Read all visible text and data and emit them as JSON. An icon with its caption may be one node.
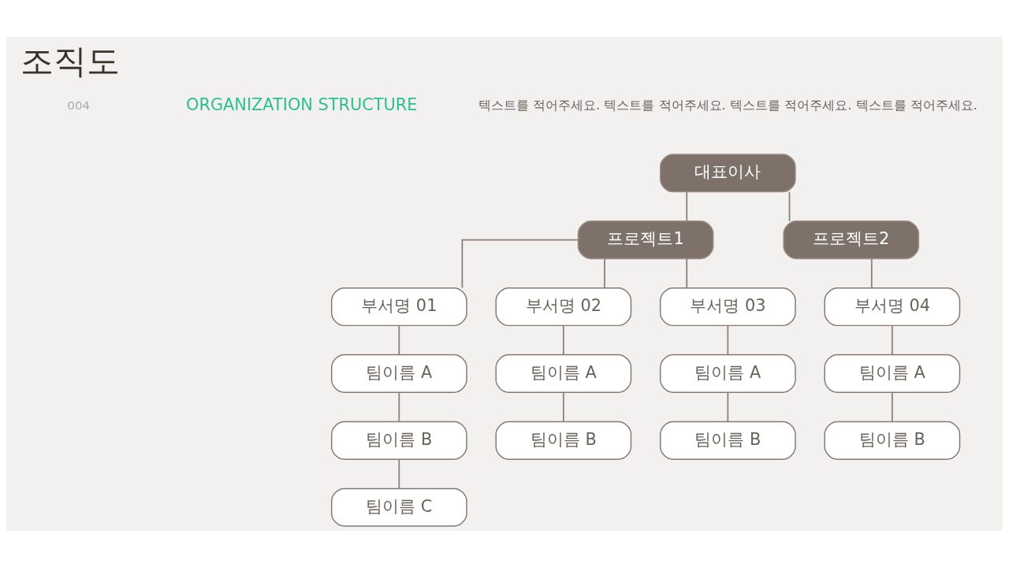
{
  "diagram": {
    "title": "조직도",
    "nodes": [
      {
        "text": [
          "대표이사"
        ]
      },
      {
        "text": [
          "프로젝트1"
        ]
      },
      {
        "text": [
          "프로젝트2"
        ]
      },
      {
        "text": [
          "부서명 01"
        ]
      },
      {
        "text": [
          "팀이름 A"
        ]
      },
      {
        "text": [
          "팀이름 B"
        ]
      },
      {
        "text": [
          "팀이름 C"
        ]
      },
      {
        "text": [
          "부서명 02"
        ]
      },
      {
        "text": [
          "팀이름 A"
        ]
      },
      {
        "text": [
          "팀이름 B"
        ]
      },
      {
        "text": [
          "부서명 03"
        ]
      },
      {
        "text": [
          "팀이름 A"
        ]
      },
      {
        "text": [
          "팀이름 B"
        ]
      },
      {
        "text": [
          "부서명 04"
        ]
      },
      {
        "text": [
          "팀이름 A"
        ]
      },
      {
        "text": [
          "팀이름 B"
        ]
      }
    ],
    "edges": [
      {
        "from": 0,
        "to": 1,
        "arrow": "none"
      },
      {
        "from": 0,
        "to": 2,
        "arrow": "none"
      },
      {
        "from": 1,
        "to": 3,
        "arrow": "none"
      },
      {
        "from": 1,
        "to": 7,
        "arrow": "none"
      },
      {
        "from": 1,
        "to": 10,
        "arrow": "none"
      },
      {
        "from": 2,
        "to": 13,
        "arrow": "none"
      },
      {
        "from": 3,
        "to": 4,
        "arrow": "none"
      },
      {
        "from": 4,
        "to": 5,
        "arrow": "none"
      },
      {
        "from": 5,
        "to": 6,
        "arrow": "none"
      },
      {
        "from": 7,
        "to": 8,
        "arrow": "none"
      },
      {
        "from": 8,
        "to": 9,
        "arrow": "none"
      },
      {
        "from": 10,
        "to": 11,
        "arrow": "none"
      },
      {
        "from": 11,
        "to": 12,
        "arrow": "none"
      },
      {
        "from": 13,
        "to": 14,
        "arrow": "none"
      },
      {
        "from": 14,
        "to": 15,
        "arrow": "none"
      }
    ],
    "labels": [
      "004",
      "ORGANIZATION STRUCTURE",
      "텍스트를 적어주세요. 텍스트를 적어주세요. 텍스트를 적어주세요. 텍스트를 적어주세요."
    ]
  }
}
